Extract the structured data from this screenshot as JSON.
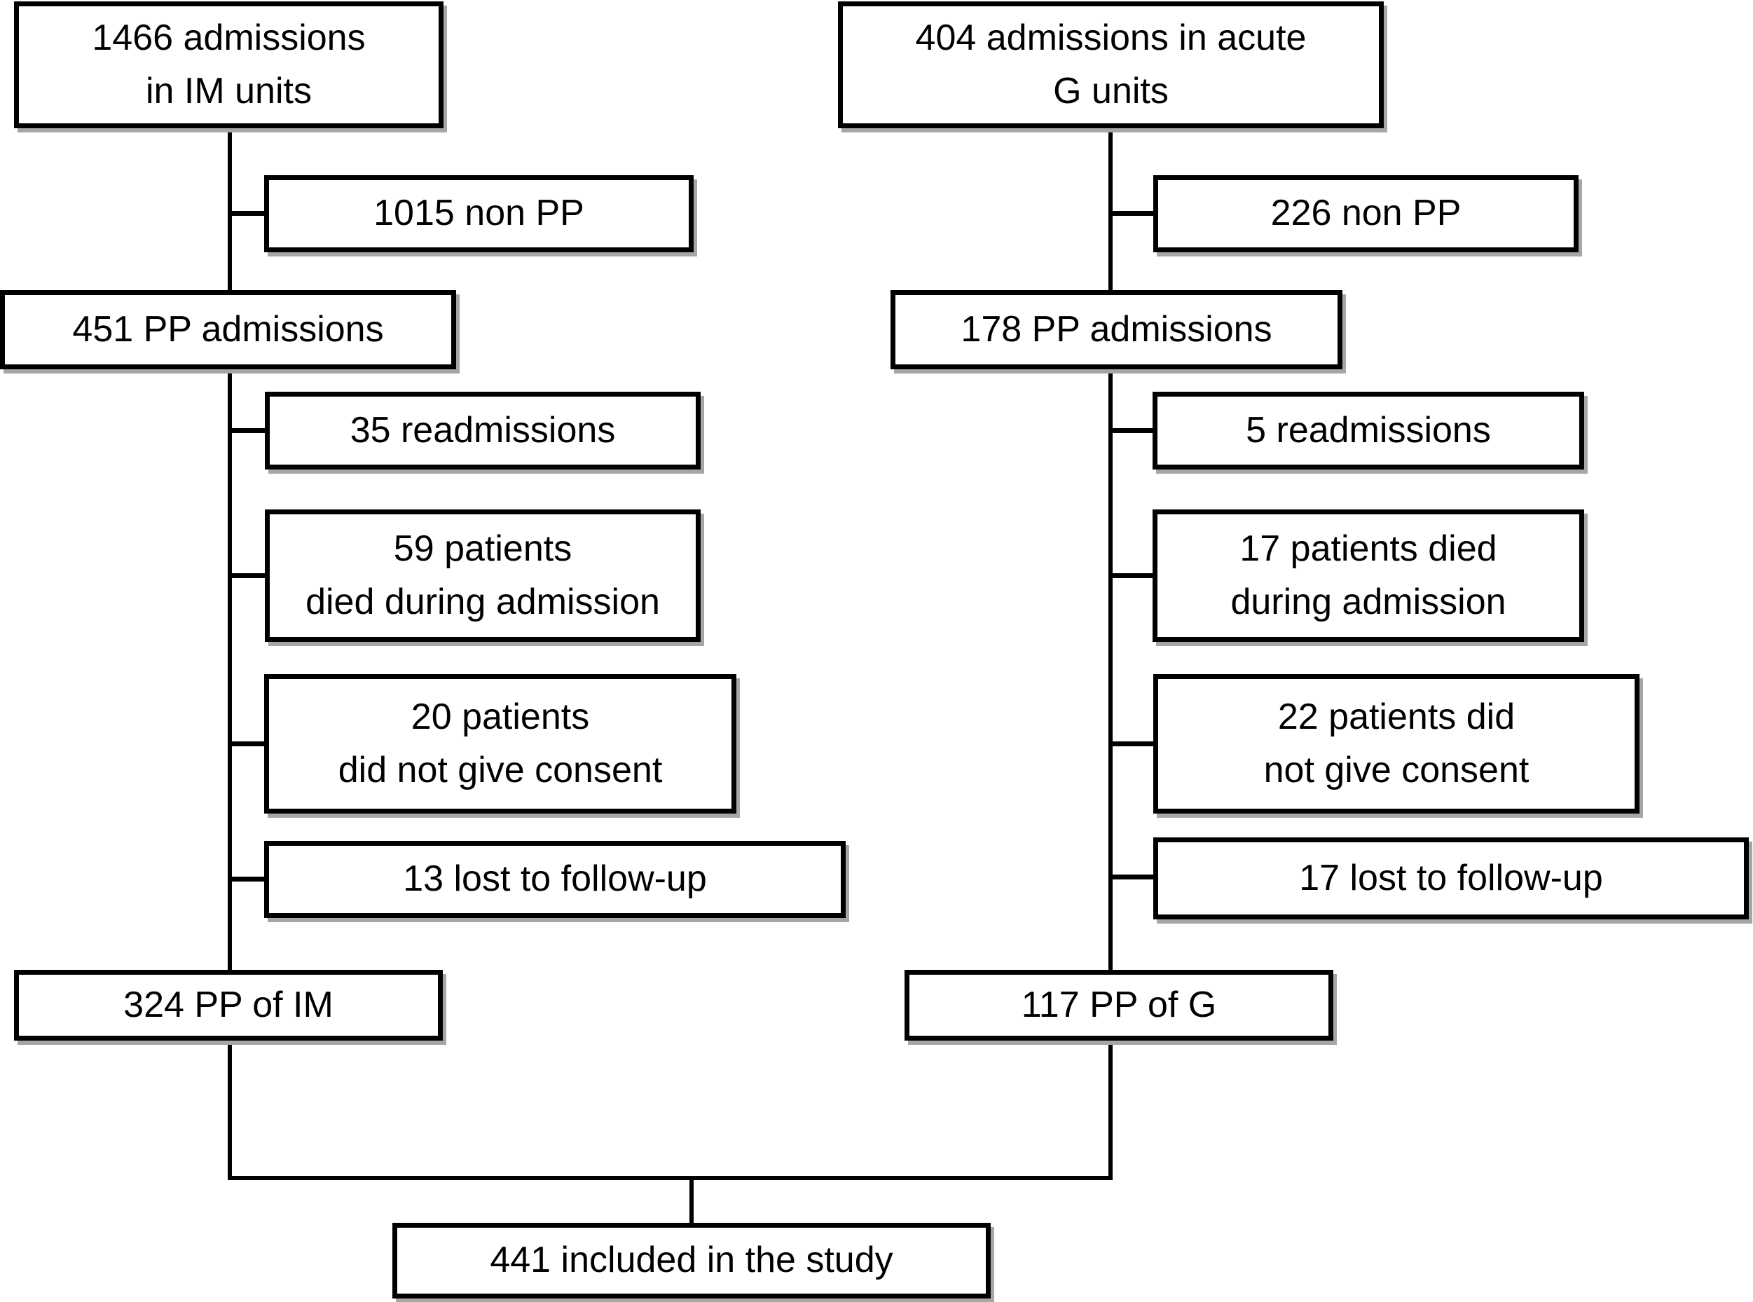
{
  "diagram": {
    "left_column": {
      "total": "1466 admissions\nin IM units",
      "excluded_non_pp": "1015 non PP",
      "pp_admissions": "451 PP admissions",
      "excluded_readmissions": "35 readmissions",
      "excluded_died": "59 patients\ndied during admission",
      "excluded_no_consent": "20 patients\ndid not give consent",
      "excluded_lost_followup": "13 lost to follow-up",
      "final": "324 PP of IM"
    },
    "right_column": {
      "total": "404 admissions in acute\nG units",
      "excluded_non_pp": "226 non PP",
      "pp_admissions": "178 PP admissions",
      "excluded_readmissions": "5 readmissions",
      "excluded_died": "17 patients died\nduring admission",
      "excluded_no_consent": "22 patients did\nnot give consent",
      "excluded_lost_followup": "17 lost to follow-up",
      "final": "117 PP of G"
    },
    "merged_final": "441 included in the study",
    "colors": {
      "background": "#ffffff",
      "box_fill": "#ffffff",
      "box_border": "#000000",
      "line": "#000000",
      "text": "#000000",
      "shadow": "#a6a6a6"
    }
  }
}
